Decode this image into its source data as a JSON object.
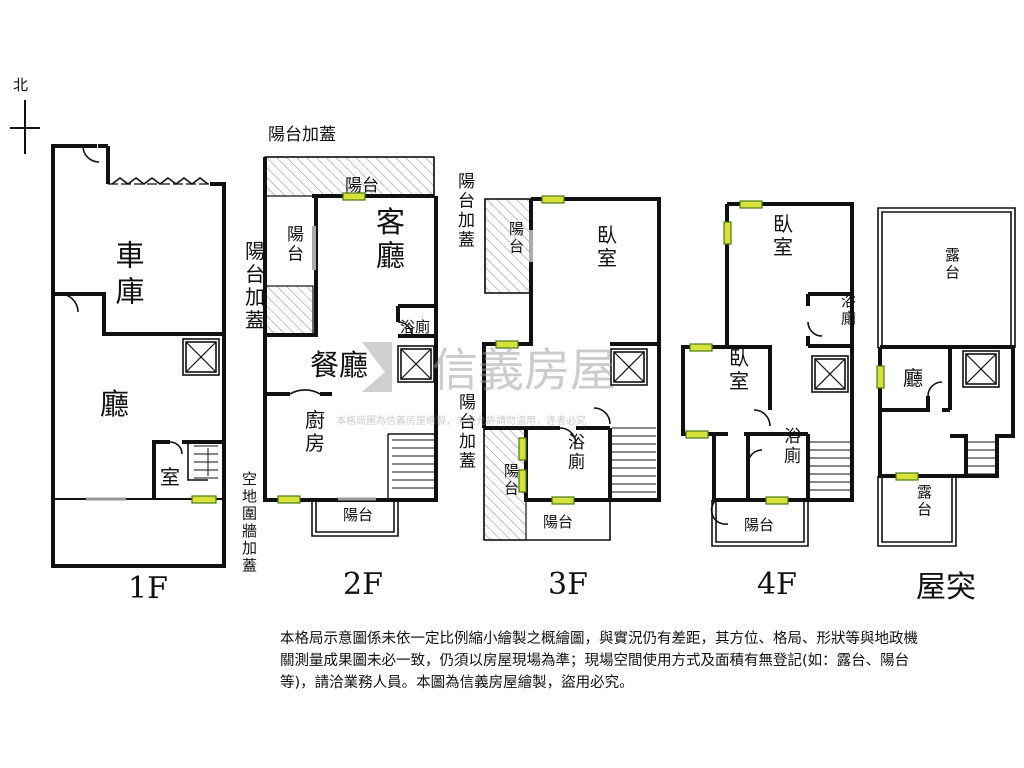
{
  "compass": {
    "north": "北"
  },
  "floors": {
    "f1": {
      "label": "1F",
      "rooms": {
        "garage": "車庫",
        "living": "廳",
        "room": "室"
      },
      "side_note": "空地圍牆加蓋"
    },
    "f2": {
      "label": "2F",
      "rooms": {
        "balcony_top": "陽台",
        "balcony_left": "陽台",
        "guest": "客廳",
        "dining": "餐廳",
        "kitchen": "廚房",
        "bath": "浴廁",
        "balcony_bottom": "陽台"
      },
      "annex_top": "陽台加蓋",
      "annex_left": "陽台加蓋"
    },
    "f3": {
      "label": "3F",
      "rooms": {
        "balcony_top": "陽台",
        "bedroom": "臥室",
        "balcony_left": "陽台",
        "bath": "浴廁",
        "balcony_bottom": "陽台"
      },
      "annex_top": "陽台加蓋",
      "annex_mid": "陽台加蓋"
    },
    "f4": {
      "label": "4F",
      "rooms": {
        "bedroom_top": "臥室",
        "bath_top": "浴廁",
        "bedroom_mid": "臥室",
        "bath_bottom": "浴廁",
        "balcony": "陽台"
      }
    },
    "roof": {
      "label": "屋突",
      "rooms": {
        "terrace_top": "露台",
        "living": "廳",
        "terrace_bottom": "露台"
      }
    }
  },
  "watermark": {
    "brand": "信義房屋",
    "fine": "本格局圖為信義房屋繪製，未經允許請勿盜用，違者必究"
  },
  "disclaimer": "本格局示意圖係未依一定比例縮小繪製之概繪圖，與實況仍有差距，其方位、格局、形狀等與地政機關測量成果圖未必一致，仍須以房屋現場為準；現場空間使用方式及面積有無登記(如：露台、陽台等)，請洽業務人員。本圖為信義房屋繪製，盜用必究。"
}
